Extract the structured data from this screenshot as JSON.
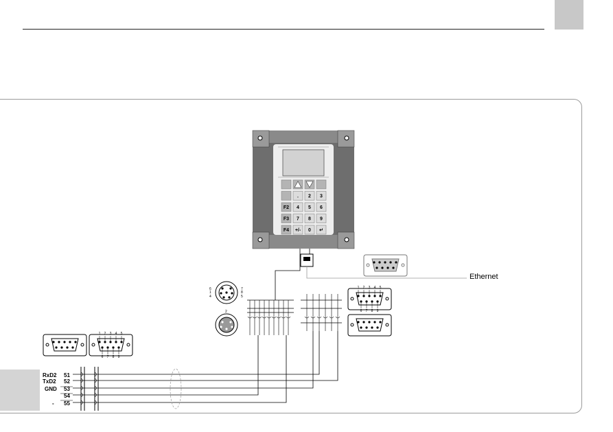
{
  "labels": {
    "ethernet": "Ethernet",
    "rxd2": "RxD2",
    "txd2": "TxD2",
    "gnd": "GND",
    "dash": "-"
  },
  "terminals": [
    "51",
    "52",
    "53",
    "54",
    "55"
  ],
  "keypad": {
    "row1": [
      "",
      "",
      "",
      ""
    ],
    "row2": [
      "",
      ".",
      "2",
      "3"
    ],
    "row3": [
      "F2",
      "4",
      "5",
      "6"
    ],
    "row4": [
      "F3",
      "7",
      "8",
      "9"
    ],
    "row5": [
      "F4",
      "+/-",
      "0",
      "↵"
    ]
  },
  "round_connector_pins": {
    "left": [
      "6",
      "1",
      "4"
    ],
    "right": [
      "7",
      "8",
      "5"
    ],
    "bottom": "2"
  },
  "dsub_pin_numbers_top": [
    "1",
    "2",
    "3",
    "4",
    "5"
  ],
  "dsub_pin_numbers_bottom": [
    "6",
    "7",
    "8",
    "9"
  ],
  "colors": {
    "frame": "#9a9a9a",
    "device_body": "#6e6e6e",
    "panel": "#eeeeee",
    "key_light": "#dcdcdc",
    "key_dark": "#b4b4b4"
  }
}
